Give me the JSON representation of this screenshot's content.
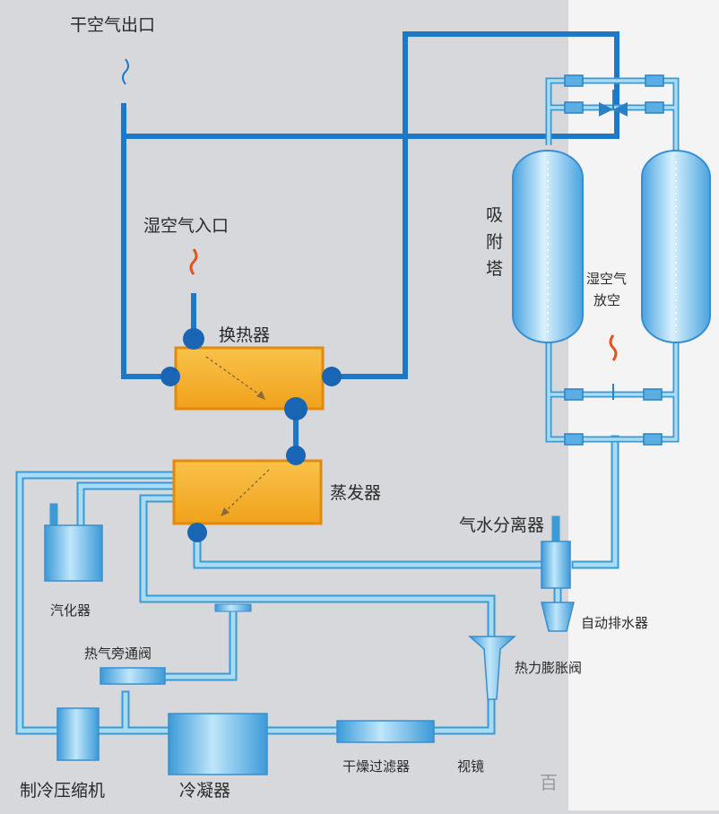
{
  "labels": {
    "dry_air_outlet": "干空气出口",
    "wet_air_inlet": "湿空气入口",
    "heat_exchanger": "换热器",
    "evaporator": "蒸发器",
    "adsorption_tower": [
      "吸",
      "附",
      "塔"
    ],
    "wet_air_vent": [
      "湿空气",
      "放空"
    ],
    "gas_water_separator": "气水分离器",
    "auto_drain": "自动排水器",
    "vaporizer": "汽化器",
    "hot_gas_bypass_valve": "热气旁通阀",
    "thermal_expansion_valve": "热力膨胀阀",
    "refrigeration_compressor": "制冷压缩机",
    "condenser": "冷凝器",
    "dryer_filter": "干燥过滤器",
    "sight_glass": "视镜",
    "watermark": "百"
  },
  "colors": {
    "background_left": "#d7d8dc",
    "background_right": "#f4f4f4",
    "air_pipe": "#1e78c8",
    "refrigerant_pipe": "#a8dcf4",
    "refrigerant_pipe_outline": "#3a9ad4",
    "exchanger_fill": "#f4b12e",
    "exchanger_border": "#e08a10",
    "tower_fill": "#7cc2ee",
    "connector_blue": "#1a64b4",
    "arrow_flame": "#e2541e"
  }
}
